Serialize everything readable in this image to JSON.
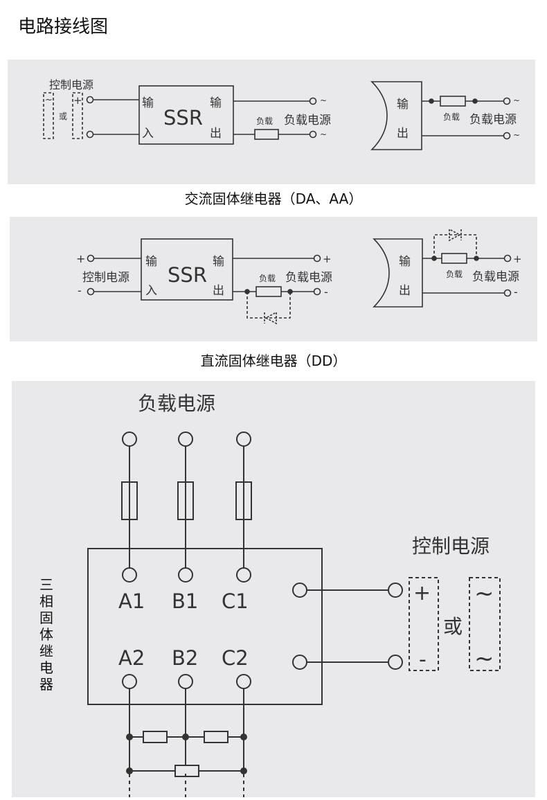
{
  "title": "电路接线图",
  "ac": {
    "ctrl_label": "控制电源",
    "tilde": "~",
    "plus": "+",
    "or": "或",
    "ssr": "SSR",
    "in_top": "输",
    "in_bottom": "入",
    "out_top": "输",
    "out_bottom": "出",
    "load": "负载",
    "load_power": "负载电源",
    "caption": "交流固体继电器（DA、AA）"
  },
  "dc": {
    "plus": "+",
    "minus": "-",
    "ctrl_label": "控制电源",
    "ssr": "SSR",
    "in_top": "输",
    "in_bottom": "入",
    "out_top": "输",
    "out_bottom": "出",
    "load": "负载",
    "load_power": "负载电源",
    "caption": "直流固体继电器（DD）"
  },
  "three": {
    "load_power": "负载电源",
    "ctrl_label": "控制电源",
    "side_label": [
      "三",
      "相",
      "固",
      "体",
      "继",
      "电",
      "器"
    ],
    "a1": "A1",
    "b1": "B1",
    "c1": "C1",
    "a2": "A2",
    "b2": "B2",
    "c2": "C2",
    "plus": "+",
    "minus": "-",
    "or": "或",
    "tilde": "~"
  }
}
